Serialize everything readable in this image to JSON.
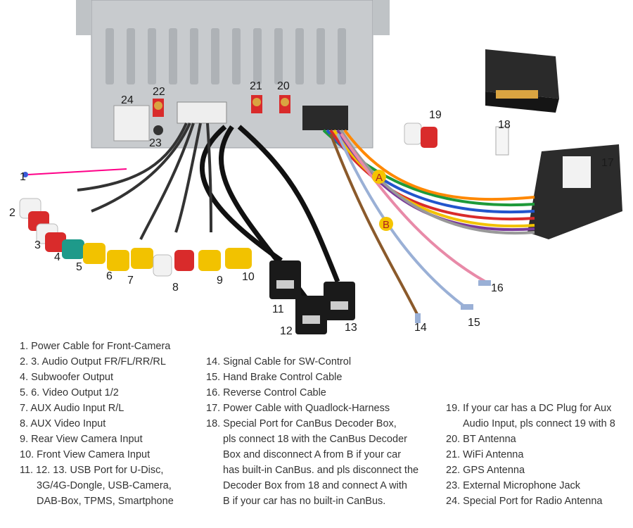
{
  "callouts": [
    "1",
    "2",
    "3",
    "4",
    "5",
    "6",
    "7",
    "8",
    "9",
    "10",
    "11",
    "12",
    "13",
    "14",
    "15",
    "16",
    "17",
    "18",
    "19",
    "20",
    "21",
    "22",
    "23",
    "24"
  ],
  "point_labels": [
    "A",
    "B"
  ],
  "legend": {
    "col1": [
      "1. Power Cable for Front-Camera",
      "2. 3. Audio Output FR/FL/RR/RL",
      "4. Subwoofer Output",
      "5. 6. Video Output 1/2",
      "7. AUX Audio Input R/L",
      "8. AUX Video Input",
      "9. Rear View Camera Input",
      "10. Front View Camera Input",
      "11. 12. 13. USB Port for U-Disc,",
      "3G/4G-Dongle, USB-Camera,",
      "DAB-Box, TPMS, Smartphone"
    ],
    "col2": [
      "14. Signal Cable for SW-Control",
      "15. Hand Brake Control Cable",
      "16. Reverse Control Cable",
      "17. Power Cable with Quadlock-Harness",
      "18. Special Port for CanBus Decoder Box,",
      "pls connect 18 with the CanBus Decoder",
      "Box and disconnect A from B if your car",
      "has built-in CanBus. and pls disconnect the",
      "Decoder Box from 18 and connect A with",
      "B if your car has no built-in CanBus."
    ],
    "col3": [
      "19. If your car has a DC Plug for Aux",
      "Audio Input, pls connect 19 with 8",
      "20. BT Antenna",
      "21. WiFi Antenna",
      "22. GPS Antenna",
      "23. External Microphone Jack",
      "24. Special Port for Radio Antenna"
    ]
  },
  "colors": {
    "chassis": "#c8cbce",
    "red_rca": "#d92b2b",
    "white_rca": "#f2f2f2",
    "yellow_rca": "#f2c200",
    "teal_rca": "#1e9a8a",
    "gold_antenna": "#d9a441",
    "black_box": "#222222",
    "highlight": "#f5c400"
  }
}
